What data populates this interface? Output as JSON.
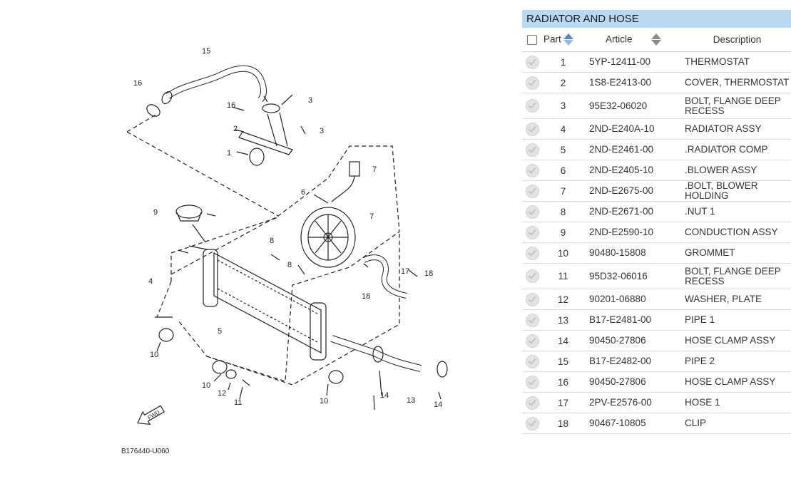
{
  "diagram": {
    "callouts": [
      "1",
      "2",
      "3",
      "3",
      "4",
      "5",
      "6",
      "7",
      "7",
      "8",
      "8",
      "9",
      "10",
      "10",
      "10",
      "11",
      "12",
      "13",
      "14",
      "14",
      "15",
      "16",
      "16",
      "17",
      "18",
      "18"
    ],
    "code": "B176440-U060",
    "fwd_label": "FWD"
  },
  "panel": {
    "title": "RADIATOR AND HOSE",
    "columns": {
      "part": "Part",
      "article": "Article",
      "description": "Description"
    },
    "rows": [
      {
        "part": "1",
        "article": "5YP-12411-00",
        "description": "THERMOSTAT"
      },
      {
        "part": "2",
        "article": "1S8-E2413-00",
        "description": "COVER, THERMOSTAT"
      },
      {
        "part": "3",
        "article": "95E32-06020",
        "description": "BOLT, FLANGE DEEP RECESS"
      },
      {
        "part": "4",
        "article": "2ND-E240A-10",
        "description": "RADIATOR ASSY"
      },
      {
        "part": "5",
        "article": "2ND-E2461-00",
        "description": ".RADIATOR COMP"
      },
      {
        "part": "6",
        "article": "2ND-E2405-10",
        "description": ".BLOWER ASSY"
      },
      {
        "part": "7",
        "article": "2ND-E2675-00",
        "description": ".BOLT, BLOWER HOLDING"
      },
      {
        "part": "8",
        "article": "2ND-E2671-00",
        "description": ".NUT 1"
      },
      {
        "part": "9",
        "article": "2ND-E2590-10",
        "description": "CONDUCTION ASSY"
      },
      {
        "part": "10",
        "article": "90480-15808",
        "description": "GROMMET"
      },
      {
        "part": "11",
        "article": "95D32-06016",
        "description": "BOLT, FLANGE DEEP RECESS"
      },
      {
        "part": "12",
        "article": "90201-06880",
        "description": "WASHER, PLATE"
      },
      {
        "part": "13",
        "article": "B17-E2481-00",
        "description": "PIPE 1"
      },
      {
        "part": "14",
        "article": "90450-27806",
        "description": "HOSE CLAMP ASSY"
      },
      {
        "part": "15",
        "article": "B17-E2482-00",
        "description": "PIPE 2"
      },
      {
        "part": "16",
        "article": "90450-27806",
        "description": "HOSE CLAMP ASSY"
      },
      {
        "part": "17",
        "article": "2PV-E2576-00",
        "description": "HOSE 1"
      },
      {
        "part": "18",
        "article": "90467-10805",
        "description": "CLIP"
      }
    ]
  },
  "colors": {
    "title_bar": "#b9d9f2",
    "row_border": "#dcdcdc",
    "sort_active": "#5b86c4"
  },
  "icons": {
    "row_select": "check-circle-icon",
    "sort": "sort-arrows-icon"
  }
}
